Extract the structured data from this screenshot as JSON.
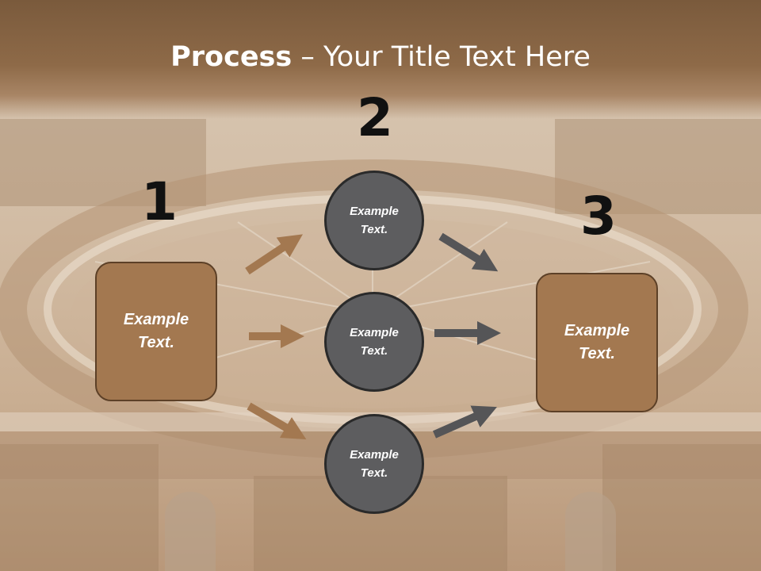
{
  "title": {
    "bold": "Process",
    "dash": " – ",
    "rest": "Your Title Text Here"
  },
  "steps": {
    "one": "1",
    "two": "2",
    "three": "3"
  },
  "boxes": {
    "left": [
      "Example",
      "Text."
    ],
    "right": [
      "Example",
      "Text."
    ]
  },
  "circles": {
    "top": [
      "Example",
      "Text."
    ],
    "middle": [
      "Example",
      "Text."
    ],
    "bottom": [
      "Example",
      "Text."
    ]
  },
  "colors": {
    "accent": "#a37850",
    "circle": "#5d5d5f",
    "arrow_brown": "#a37850",
    "arrow_gray": "#555557"
  }
}
